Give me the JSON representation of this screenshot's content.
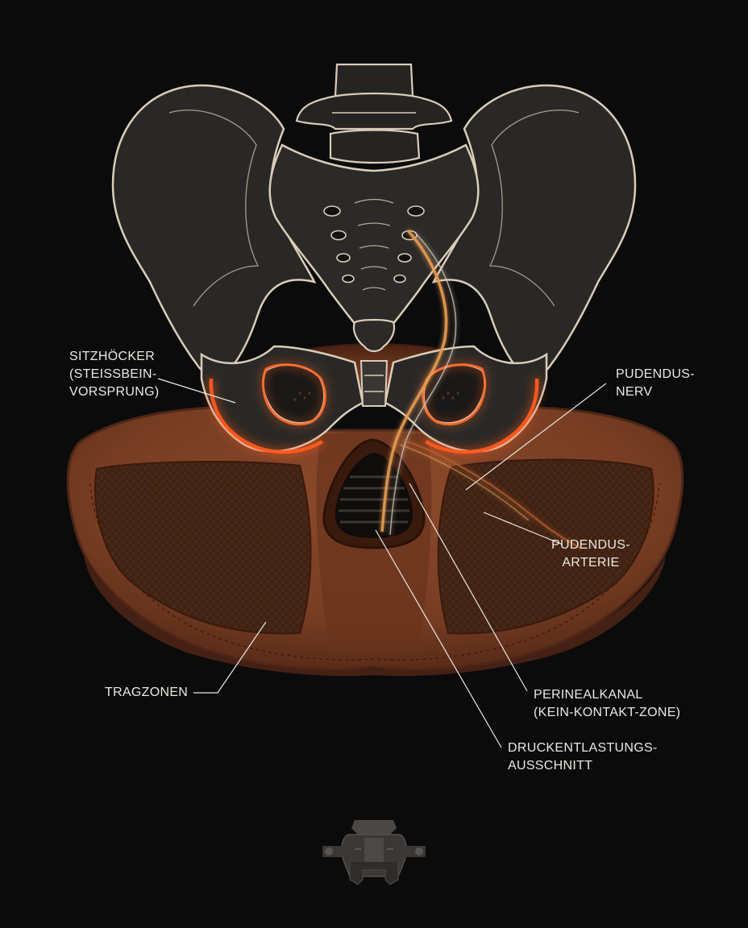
{
  "labels": {
    "ischial": {
      "lines": [
        "SITZHÖCKER",
        "(STEISSBEIN-",
        "VORSPRUNG)"
      ]
    },
    "pudendal_nerve": {
      "lines": [
        "PUDENDUS-",
        "NERV"
      ]
    },
    "pudendal_artery": {
      "lines": [
        "PUDENDUS-",
        "ARTERIE"
      ]
    },
    "support_zones": {
      "lines": [
        "TRAGZONEN"
      ]
    },
    "perineal_channel": {
      "lines": [
        "PERINEALKANAL",
        "(KEIN-KONTAKT-ZONE)"
      ]
    },
    "relief_cutout": {
      "lines": [
        "DRUCKENTLASTUNGS-",
        "AUSSCHNITT"
      ]
    }
  },
  "colors": {
    "background": "#0b0b0c",
    "bone_fill": "#2a2826",
    "bone_outline": "#d9cdb9",
    "saddle": "#7a4026",
    "saddle_edge": "#4e2616",
    "pressure_glow": "#ff5a1a",
    "nerve": "#e59a52",
    "label_text": "#ebe7e1"
  },
  "icons": {
    "bottom": "saddle-clamp-icon"
  }
}
